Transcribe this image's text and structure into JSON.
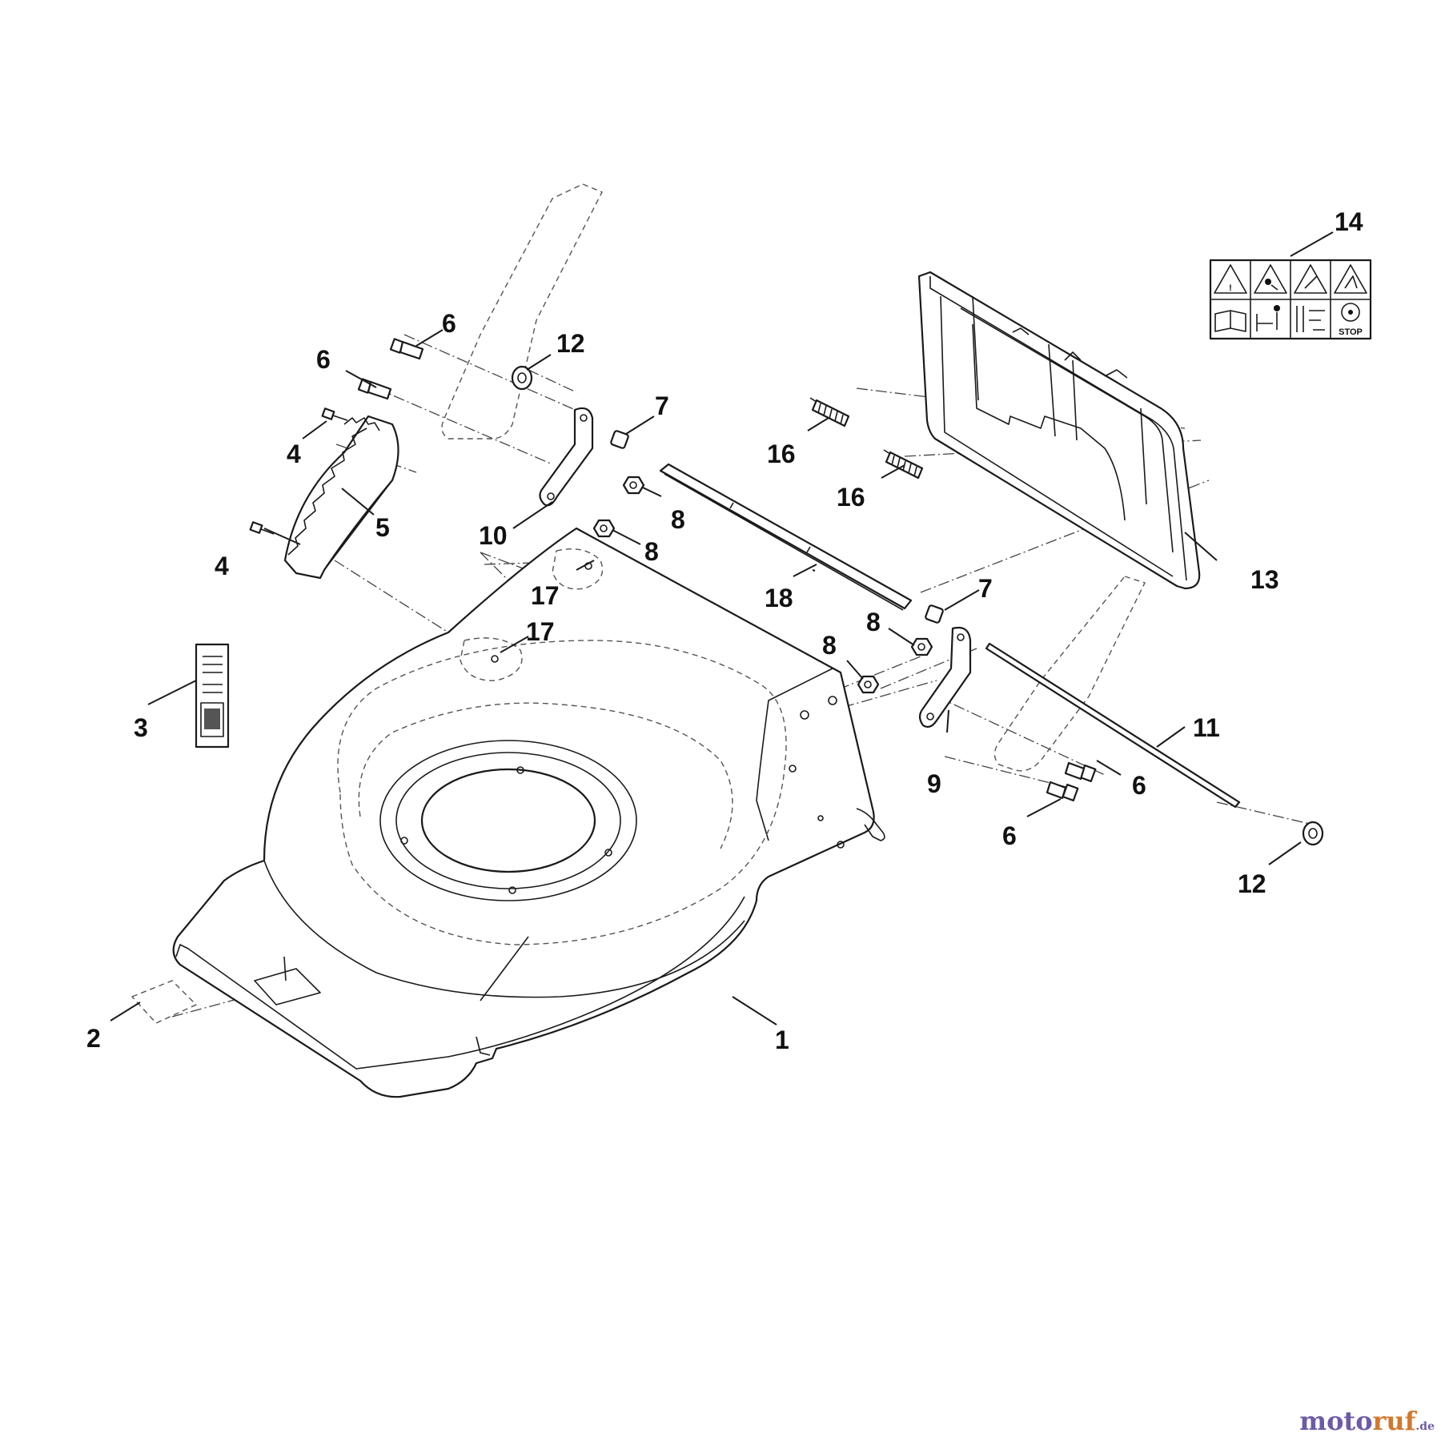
{
  "diagram": {
    "part_numbers": {
      "deck": "1",
      "label_front": "2",
      "label_sticker": "3",
      "screw_top": "4",
      "screw_bottom": "4",
      "height_quadrant": "5",
      "bolt_top_a": "6",
      "bolt_top_b": "6",
      "bolt_right_a": "6",
      "bolt_right_b": "6",
      "spacer_left": "7",
      "spacer_right": "7",
      "nut_a": "8",
      "nut_b": "8",
      "nut_c": "8",
      "nut_d": "8",
      "lever_right": "9",
      "lever_left": "10",
      "axle": "11",
      "washer_top": "12",
      "washer_right": "12",
      "rear_flap": "13",
      "warning_label": "14",
      "spring_a": "16",
      "spring_b": "16",
      "plug_a": "17",
      "plug_b": "17",
      "shaft": "18"
    },
    "warning_label_stop": "STOP",
    "icons": [
      "warning-read-manual-icon",
      "warning-thrown-objects-icon",
      "warning-keep-distance-icon",
      "warning-blade-icon",
      "manual-book-icon",
      "bystander-distance-icon",
      "remove-key-icon",
      "stop-blade-icon"
    ]
  },
  "watermark": {
    "part1": "moto",
    "part2": "ruf",
    "part3": ".de"
  }
}
